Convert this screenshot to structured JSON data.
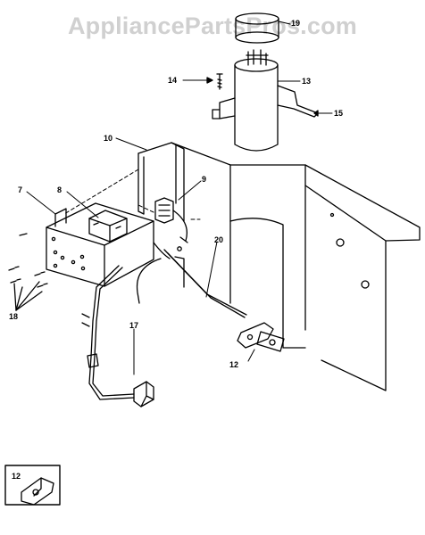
{
  "watermark": "AppliancePartsPros.com",
  "callouts": {
    "c19": "19",
    "c14": "14",
    "c13": "13",
    "c15": "15",
    "c10": "10",
    "c9": "9",
    "c7": "7",
    "c8": "8",
    "c20": "20",
    "c18": "18",
    "c17": "17",
    "c12": "12",
    "c12_inset": "12"
  }
}
